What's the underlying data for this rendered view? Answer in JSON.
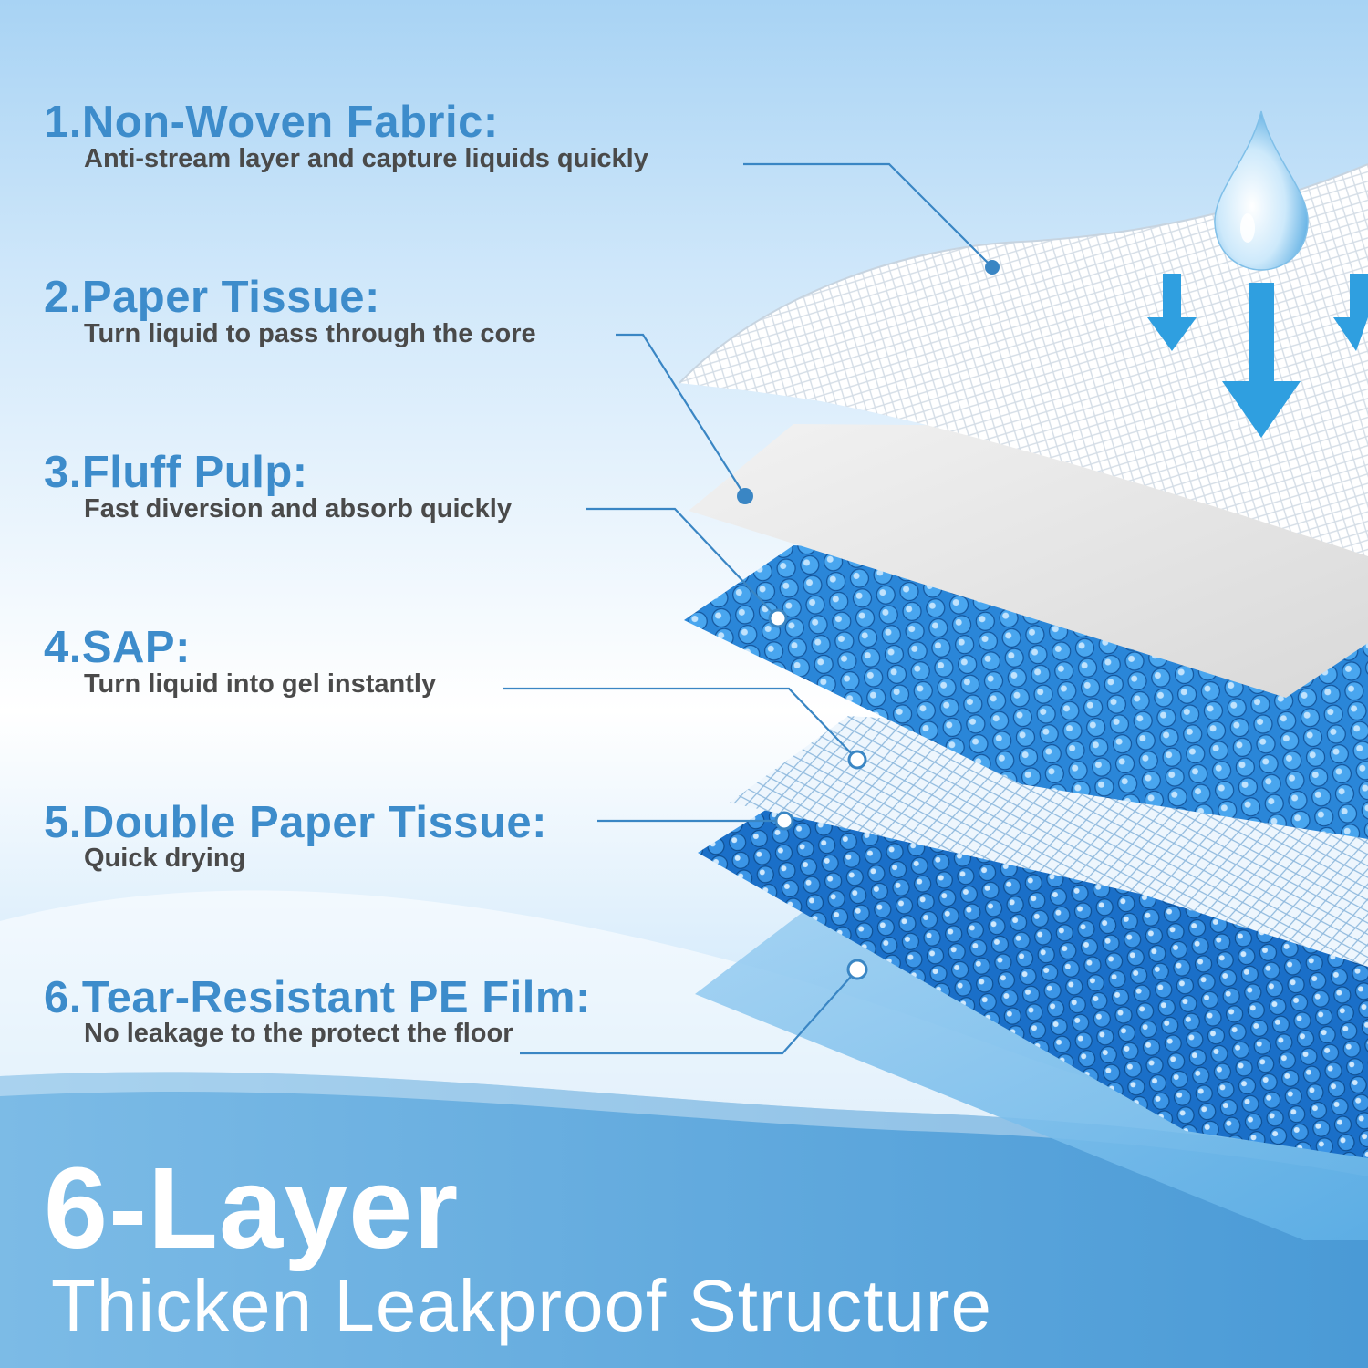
{
  "layers": [
    {
      "title": "1.Non-Woven Fabric:",
      "description": "Anti-stream layer and capture liquids quickly"
    },
    {
      "title": "2.Paper Tissue:",
      "description": "Turn liquid to pass through the core"
    },
    {
      "title": "3.Fluff Pulp:",
      "description": "Fast diversion and absorb quickly"
    },
    {
      "title": "4.SAP:",
      "description": "Turn liquid into gel instantly"
    },
    {
      "title": "5.Double Paper Tissue:",
      "description": "Quick drying"
    },
    {
      "title": "6.Tear-Resistant PE Film:",
      "description": "No leakage to the protect the floor"
    }
  ],
  "headline": "6-Layer",
  "subheadline": "Thicken Leakproof Structure",
  "colors": {
    "title_blue": "#3d8ccb",
    "description_gray": "#4a4a4a",
    "connector_blue": "#3a86c4",
    "arrow_blue": "#2f9fe0",
    "bead_blue": "#1f7fd6",
    "band_blue": "#5aa6dc"
  }
}
